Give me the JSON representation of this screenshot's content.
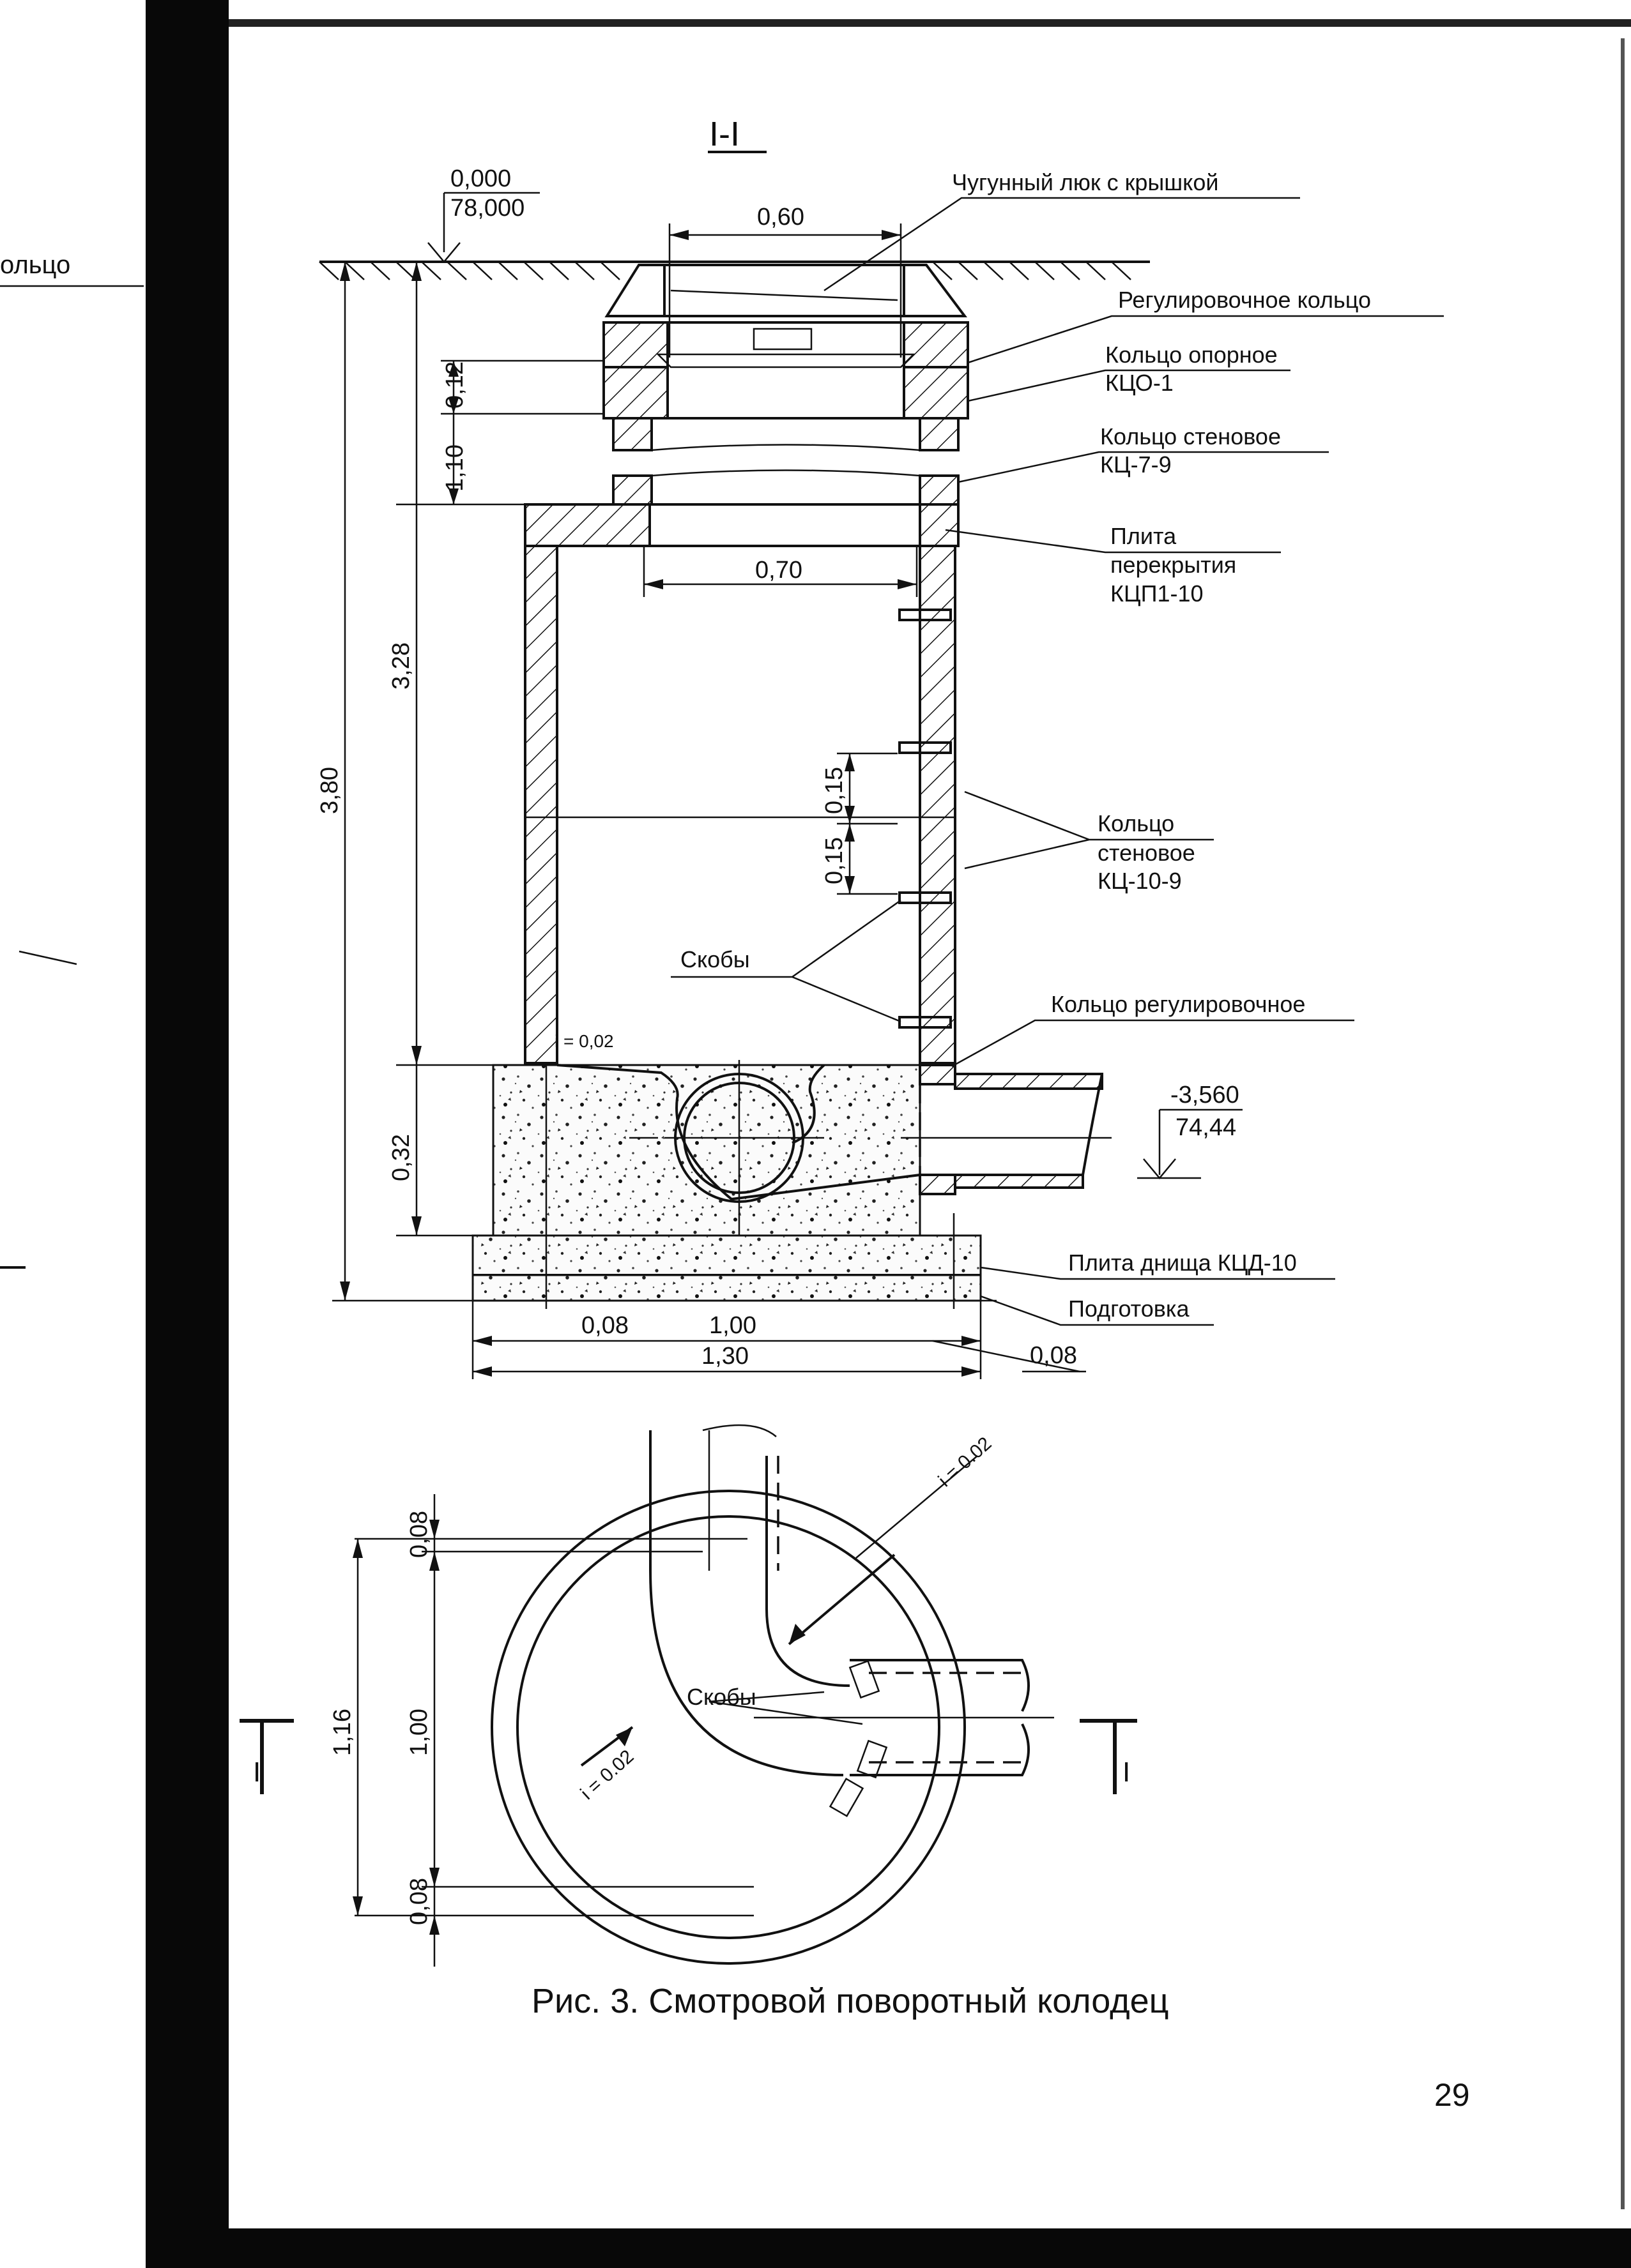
{
  "margin_fragment": "ольцо",
  "section_title": "I-I",
  "section_marker": "I",
  "elevation_top": {
    "value": "0,000",
    "absolute": "78,000"
  },
  "elevation_bottom": {
    "value": "-3,560",
    "absolute": "74,44"
  },
  "slope": "i = 0,02",
  "slope_plan": "i = 0.02",
  "labels": {
    "hatch_cover": "Чугунный люк с крышкой",
    "adjust_ring_top": "Регулировочное кольцо",
    "support_ring_1": "Кольцо опорное",
    "support_ring_2": "КЦО-1",
    "wall_ring_small_1": "Кольцо стеновое",
    "wall_ring_small_2": "КЦ-7-9",
    "slab_1": "Плита",
    "slab_2": "перекрытия",
    "slab_3": "КЦП1-10",
    "wall_ring_1": "Кольцо",
    "wall_ring_2": "стеновое",
    "wall_ring_3": "КЦ-10-9",
    "brackets": "Скобы",
    "adjust_ring_bottom": "Кольцо регулировочное",
    "bottom_slab": "Плита днища КЦД-10",
    "base": "Подготовка"
  },
  "dimensions": {
    "hatch_width": "0,60",
    "neck_width": "0,70",
    "d012": "0,12",
    "d110": "1,10",
    "d328": "3,28",
    "d380": "3,80",
    "d015a": "0,15",
    "d015b": "0,15",
    "d032": "0,32",
    "d008_left": "0,08",
    "d100": "1,00",
    "d130": "1,30",
    "d008_right": "0,08",
    "plan_008_top": "0,08",
    "plan_116": "1,16",
    "plan_100": "1,00",
    "plan_008_bottom": "0,08"
  },
  "caption": "Рис. 3. Смотровой поворотный колодец",
  "page_number": "29"
}
